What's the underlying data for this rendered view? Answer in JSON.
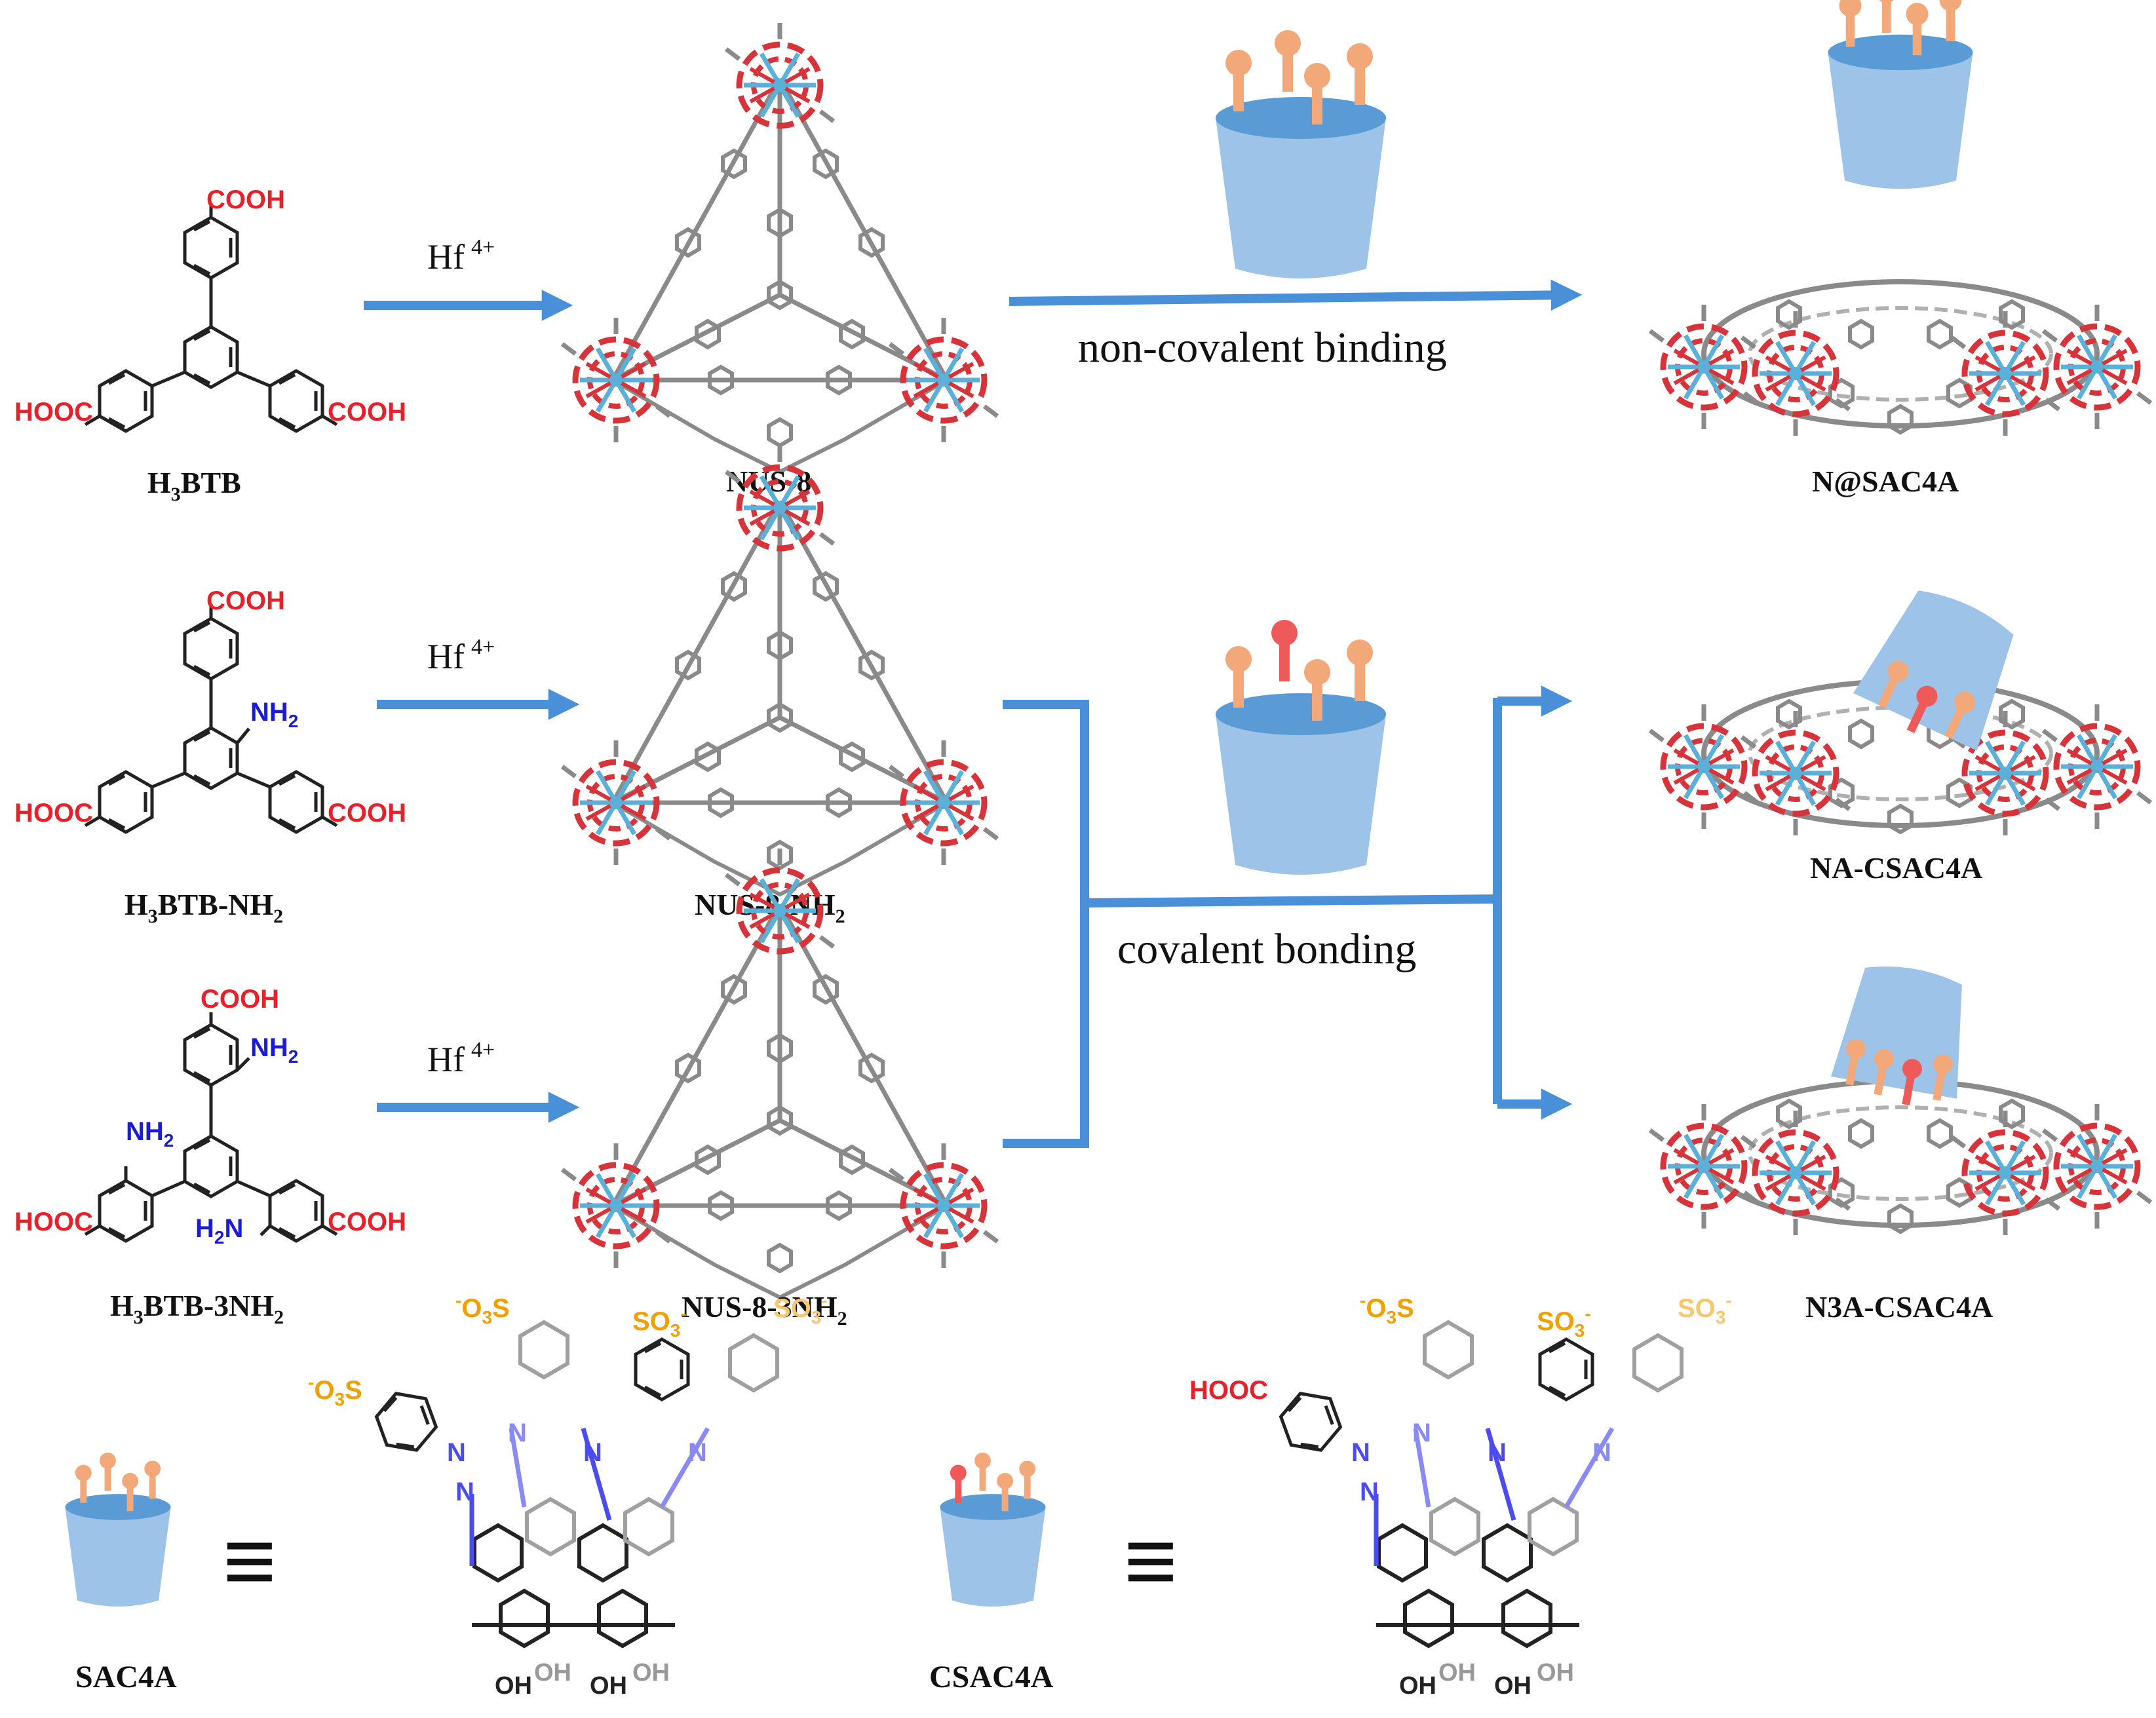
{
  "colors": {
    "arrow": "#4a90d9",
    "acid": "#e8202a",
    "amine": "#1a1adc",
    "sulfonate": "#f0a000",
    "sulfonate_light": "#f5c870",
    "azo": "#4b4bf0",
    "azo_light": "#8a8af5",
    "bond": "#222222",
    "bond_light": "#a0a0a0",
    "cup": "#9dc3e8",
    "cup_top": "#5b9bd5",
    "pin": "#f2a878",
    "pin_red": "#ee5a5a",
    "mof_gray": "#8a8a8a",
    "mof_red": "#d6343a",
    "mof_blue": "#5ab0d8"
  },
  "reagent": {
    "hf": "Hf",
    "charge": "4+"
  },
  "labels": {
    "non_covalent": "non-covalent binding",
    "covalent": "covalent bonding"
  },
  "groups": {
    "cooh": "COOH",
    "hooc": "HOOC",
    "nh2_n": "NH",
    "nh2_2": "2",
    "h2n_h": "H",
    "h2n_2": "2",
    "h2n_n": "N",
    "o3s_minus": "-",
    "o3s_o": "O",
    "o3s_3": "3",
    "o3s_s": "S",
    "so3_so": "SO",
    "so3_3": "3",
    "so3_minus": "-",
    "oh": "OH",
    "n": "N"
  },
  "linkers": [
    {
      "h": "H",
      "sub": "3",
      "rest": "BTB",
      "suffix": "",
      "suffix_sub": ""
    },
    {
      "h": "H",
      "sub": "3",
      "rest": "BTB-NH",
      "suffix": "",
      "suffix_sub": "2"
    },
    {
      "h": "H",
      "sub": "3",
      "rest": "BTB-3NH",
      "suffix": "",
      "suffix_sub": "2"
    }
  ],
  "mofs": [
    {
      "text": "NUS-8",
      "sub": ""
    },
    {
      "text": "NUS-8-NH",
      "sub": "2"
    },
    {
      "text": "NUS-8-3NH",
      "sub": "2"
    }
  ],
  "products": [
    "N@SAC4A",
    "NA-CSAC4A",
    "N3A-CSAC4A"
  ],
  "hosts": {
    "sac4a": "SAC4A",
    "csac4a": "CSAC4A",
    "equiv": "≡"
  }
}
